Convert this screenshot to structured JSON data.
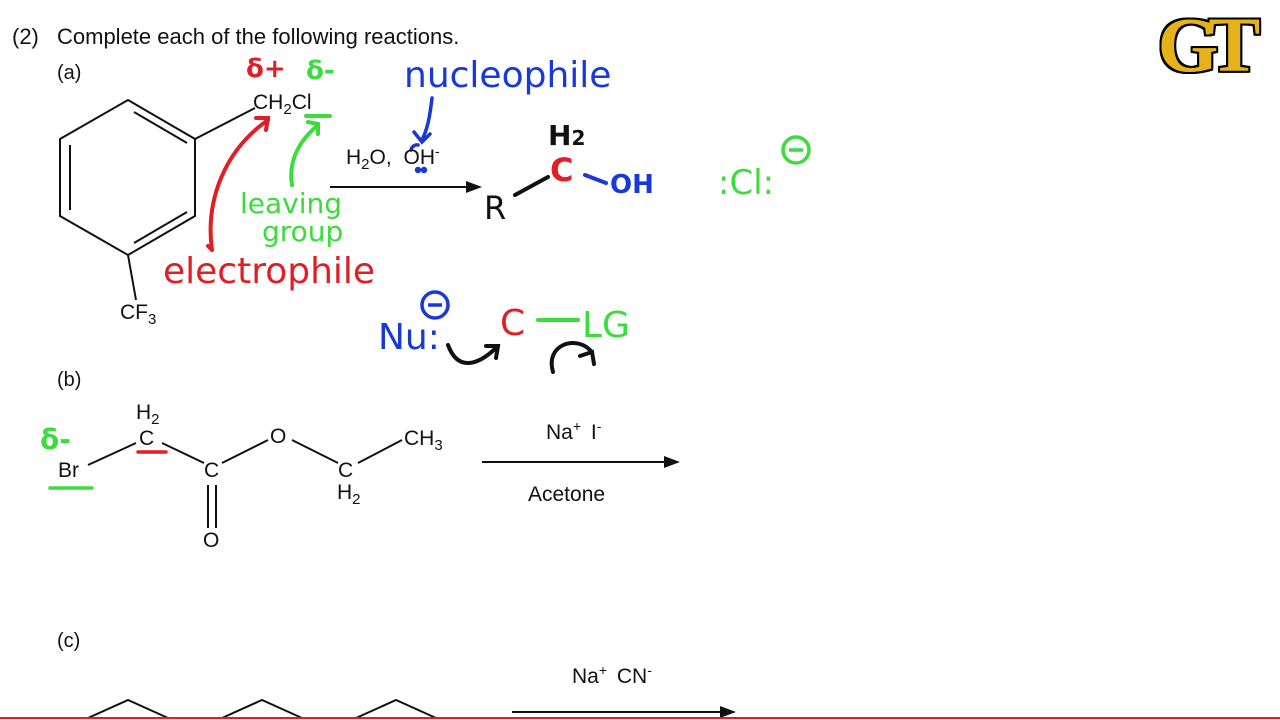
{
  "question": {
    "number": "(2)",
    "instruction": "Complete each of the following reactions."
  },
  "logo": {
    "text": "GT",
    "color": "#e6b21c"
  },
  "part_a": {
    "label": "(a)",
    "substituent_top": {
      "main": "CH",
      "sub": "2",
      "tail": "Cl"
    },
    "substituent_bottom": {
      "main": "CF",
      "sub": "3"
    },
    "reagent": {
      "h2o_main": "H",
      "h2o_sub": "2",
      "h2o_tail": "O,",
      "oh": "OH",
      "oh_sup": "-"
    },
    "annotations": {
      "delta_plus": "δ+",
      "delta_minus": "δ-",
      "nucleophile": "nucleophile",
      "leaving": "leaving",
      "group": "group",
      "electrophile": "electrophile",
      "product_h2": "H",
      "product_h2_sub": "2",
      "product_c": "C",
      "product_r": "R",
      "product_oh": "OH",
      "chloride": ":Cl:",
      "minus_sign": "−",
      "nu": "Nu",
      "nu_colon": ":",
      "mech_c": "C",
      "mech_lg": "LG"
    }
  },
  "part_b": {
    "label": "(b)",
    "h2_top": {
      "main": "H",
      "sub": "2"
    },
    "c1": "C",
    "br": "Br",
    "c2": "C",
    "o_single": "O",
    "o_double": "O",
    "ch3": {
      "main": "CH",
      "sub": "3"
    },
    "c3": "C",
    "h2_bottom": {
      "main": "H",
      "sub": "2"
    },
    "reagent_top": {
      "na": "Na",
      "na_sup": "+",
      "ion": "I",
      "ion_sup": "-"
    },
    "reagent_bottom": "Acetone",
    "annotation_delta_minus": "δ-"
  },
  "part_c": {
    "label": "(c)",
    "reagent_top": {
      "na": "Na",
      "na_sup": "+",
      "ion": "CN",
      "ion_sup": "-"
    }
  },
  "colors": {
    "red": "#e01e26",
    "green": "#3bdc3b",
    "blue": "#1838d8",
    "black": "#111111"
  }
}
